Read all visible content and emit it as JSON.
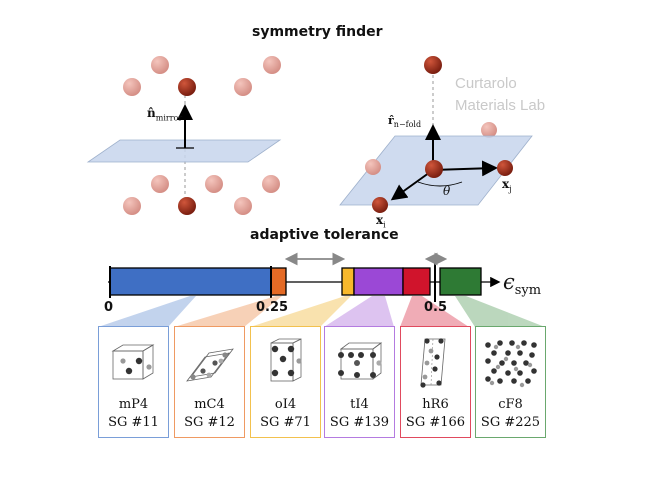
{
  "titles": {
    "top": "symmetry finder",
    "middle": "adaptive tolerance"
  },
  "watermark": {
    "line1": "Curtarolo",
    "line2": "Materials Lab"
  },
  "left_panel": {
    "vector_label": "n̂",
    "vector_sub": "mirror"
  },
  "right_panel": {
    "vector_label": "r̂",
    "vector_sub": "n−fold",
    "axis_i": "x",
    "axis_i_sub": "i",
    "axis_j": "x",
    "axis_j_sub": "j",
    "angle": "θ"
  },
  "tolerance_bar": {
    "ticks": [
      "0",
      "0.25",
      "0.5"
    ],
    "axis_label": "ϵ",
    "axis_sub": "sym",
    "segment_colors": [
      "#3f6fc4",
      "#e46a25",
      "#f7b82c",
      "#9b48d6",
      "#d0142c",
      "#2e7a34"
    ]
  },
  "lattices": [
    {
      "name": "mP4",
      "sg": "SG #11",
      "color": "#7a9ed8"
    },
    {
      "name": "mC4",
      "sg": "SG #12",
      "color": "#ef9a62"
    },
    {
      "name": "oI4",
      "sg": "SG #71",
      "color": "#f2c14e"
    },
    {
      "name": "tI4",
      "sg": "SG #139",
      "color": "#b47be0"
    },
    {
      "name": "hR6",
      "sg": "SG #166",
      "color": "#e04a5e"
    },
    {
      "name": "cF8",
      "sg": "SG #225",
      "color": "#6aa86e"
    }
  ]
}
